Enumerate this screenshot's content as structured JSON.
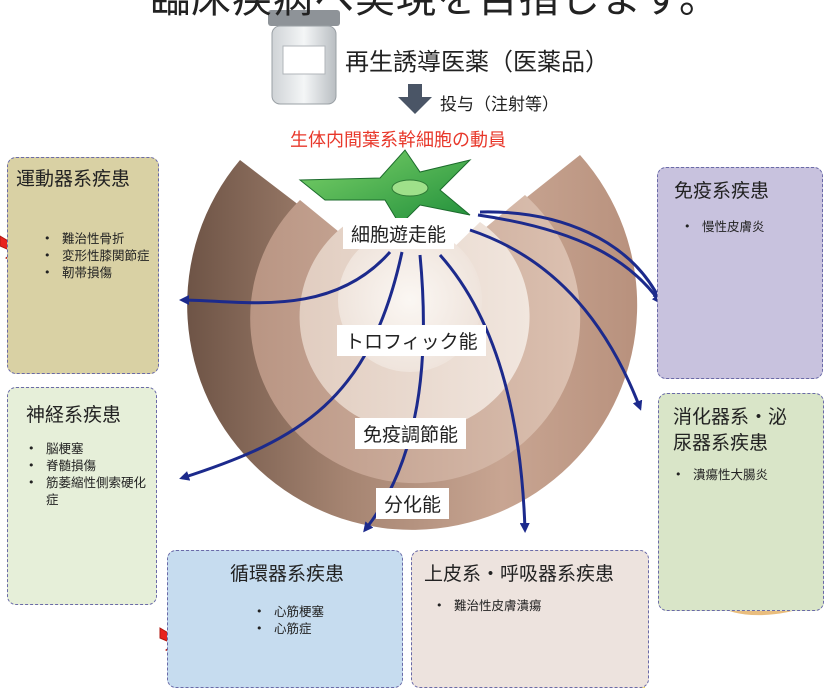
{
  "header": {
    "title": "臨床疾病へ実現を目指します。",
    "drug_label": "再生誘導医薬（医薬品）",
    "admin_label": "投与（注射等）",
    "mobilize_label": "生体内間葉系幹細胞の動員"
  },
  "abilities": {
    "migration": "細胞遊走能",
    "trophic": "トロフィック能",
    "immunomodulation": "免疫調節能",
    "differentiation": "分化能"
  },
  "disease_boxes": {
    "musculoskeletal": {
      "title": "運動器系疾患",
      "items": [
        "難治性骨折",
        "変形性膝関節症",
        "靭帯損傷"
      ]
    },
    "nervous": {
      "title": "神経系疾患",
      "items": [
        "脳梗塞",
        "脊髄損傷",
        "筋萎縮性側索硬化症"
      ]
    },
    "circulatory": {
      "title": "循環器系疾患",
      "items": [
        "心筋梗塞",
        "心筋症"
      ]
    },
    "epithelial_respiratory": {
      "title": "上皮系・呼吸器系疾患",
      "items": [
        "難治性皮膚潰瘍"
      ]
    },
    "immune": {
      "title": "免疫系疾患",
      "items": [
        "慢性皮膚炎"
      ]
    },
    "digestive_urinary": {
      "title_line1": "消化器系・泌",
      "title_line2": "尿器系疾患",
      "items": [
        "潰瘍性大腸炎"
      ]
    }
  },
  "colors": {
    "arrow": "#1c2a8c",
    "mobilize_text": "#e8382b",
    "lightning": "#e8231e",
    "box_border": "#6a6aa8",
    "musculoskeletal_bg": "#d9d1a4",
    "nervous_bg": "#e6efd9",
    "circulatory_bg": "#c6dcef",
    "epithelial_bg": "#ede3de",
    "immune_bg": "#c8c2de",
    "digestive_bg": "#d9e5c8"
  },
  "icons": [
    "vial-icon",
    "down-arrow-icon",
    "stem-cell-icon",
    "bone-icon",
    "brain-icon",
    "heart-icon",
    "skin-icon",
    "immune-cells-icon",
    "stomach-icon",
    "lightning-icon"
  ]
}
